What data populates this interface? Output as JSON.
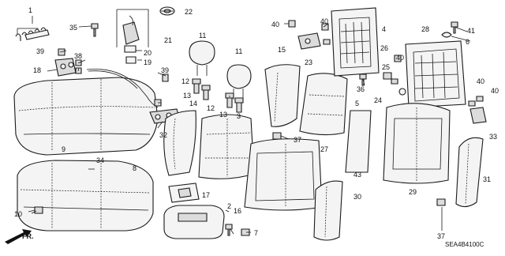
{
  "diagram": {
    "code": "SEA4B4100C",
    "direction_label": "FR.",
    "callouts": [
      "1",
      "2",
      "3",
      "4",
      "5",
      "6",
      "7",
      "8",
      "9",
      "10",
      "11",
      "12",
      "13",
      "14",
      "15",
      "16",
      "17",
      "18",
      "19",
      "20",
      "21",
      "22",
      "23",
      "24",
      "25",
      "26",
      "27",
      "28",
      "29",
      "30",
      "31",
      "32",
      "33",
      "34",
      "35",
      "36",
      "37",
      "38",
      "39",
      "40",
      "41",
      "43"
    ]
  }
}
